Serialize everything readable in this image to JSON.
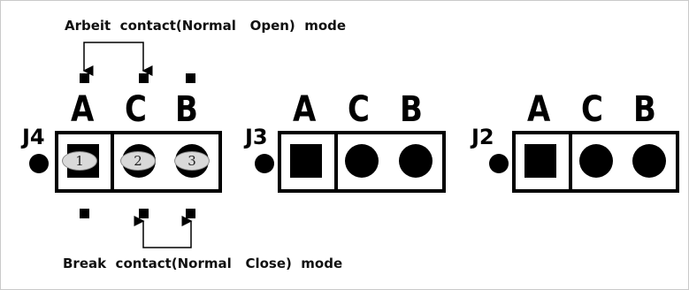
{
  "captions": {
    "arbeit": "Arbeit  contact(Normal   Open)  mode",
    "break": "Break  contact(Normal   Close)  mode"
  },
  "connectors": [
    {
      "label": "J4",
      "pins": [
        "A",
        "C",
        "B"
      ],
      "pin_numbers": [
        "1",
        "2",
        "3"
      ]
    },
    {
      "label": "J3",
      "pins": [
        "A",
        "C",
        "B"
      ]
    },
    {
      "label": "J2",
      "pins": [
        "A",
        "C",
        "B"
      ]
    }
  ]
}
